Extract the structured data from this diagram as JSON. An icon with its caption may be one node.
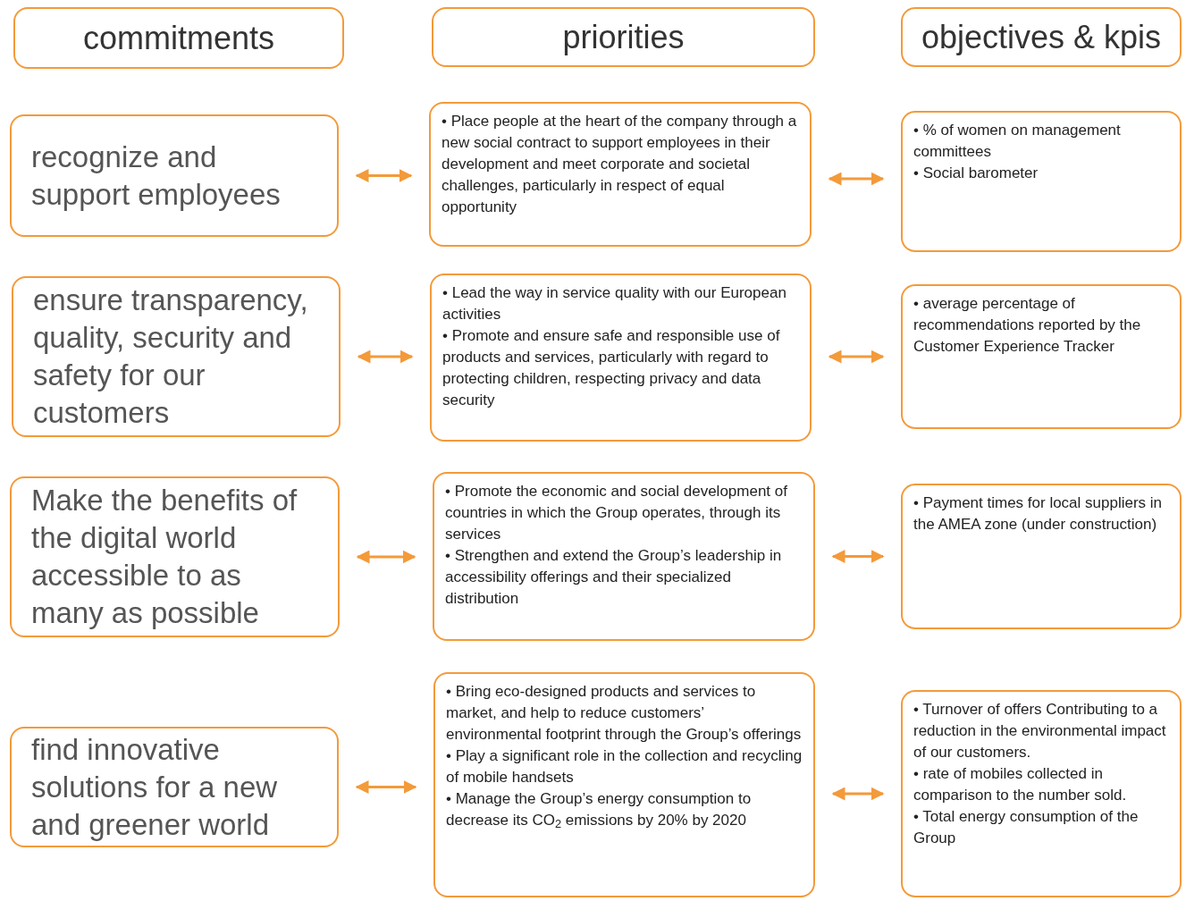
{
  "diagram": {
    "nodes": [
      {
        "text": [
          "commitments"
        ]
      },
      {
        "text": [
          "priorities"
        ]
      },
      {
        "text": [
          "objectives & kpis"
        ]
      },
      {
        "text": [
          "recognize and support employees"
        ]
      },
      {
        "text": [
          "• Place people at the heart of the company through a new social contract to support employees in their development and meet corporate and societal challenges, particularly in respect of equal opportunity"
        ]
      },
      {
        "text": [
          "• % of women on management committees",
          "• Social barometer"
        ]
      },
      {
        "text": [
          "ensure transparency, quality, security and safety for our customers"
        ]
      },
      {
        "text": [
          "• Lead the way in service quality with our European activities",
          "• Promote and ensure safe and responsible use of products and services, particularly with regard to protecting children, respecting privacy and data security"
        ]
      },
      {
        "text": [
          "• average percentage of recommendations reported by the Customer Experience Tracker"
        ]
      },
      {
        "text": [
          "Make the benefits of the digital world accessible to as many as possible"
        ]
      },
      {
        "text": [
          "• Promote the economic and social development of countries in which the Group operates, through its services",
          "• Strengthen and extend the Group’s leadership in accessibility offerings and their specialized distribution"
        ]
      },
      {
        "text": [
          "• Payment times for local suppliers in the AMEA zone (under construction)"
        ]
      },
      {
        "text": [
          "find innovative solutions for a new and greener world"
        ]
      },
      {
        "text": [
          "• Bring eco-designed products and services to market, and help to reduce customers’ environmental footprint through the Group’s offerings",
          "• Play a significant role in the collection and recycling of mobile handsets",
          "• Manage the Group’s energy consumption to decrease its CO$_{2}$ emissions by 20% by 2020"
        ]
      },
      {
        "text": [
          "• Turnover of offers Contributing to a reduction in the environmental impact of our customers.",
          "• rate of mobiles collected in comparison to the number sold.",
          "• Total energy consumption of the Group"
        ]
      }
    ],
    "edges": [
      {
        "from": 3,
        "to": 4,
        "arrow": "both"
      },
      {
        "from": 4,
        "to": 5,
        "arrow": "both"
      },
      {
        "from": 6,
        "to": 7,
        "arrow": "both"
      },
      {
        "from": 7,
        "to": 8,
        "arrow": "both"
      },
      {
        "from": 9,
        "to": 10,
        "arrow": "both"
      },
      {
        "from": 10,
        "to": 11,
        "arrow": "both"
      },
      {
        "from": 12,
        "to": 13,
        "arrow": "both"
      },
      {
        "from": 13,
        "to": 14,
        "arrow": "both"
      }
    ]
  }
}
